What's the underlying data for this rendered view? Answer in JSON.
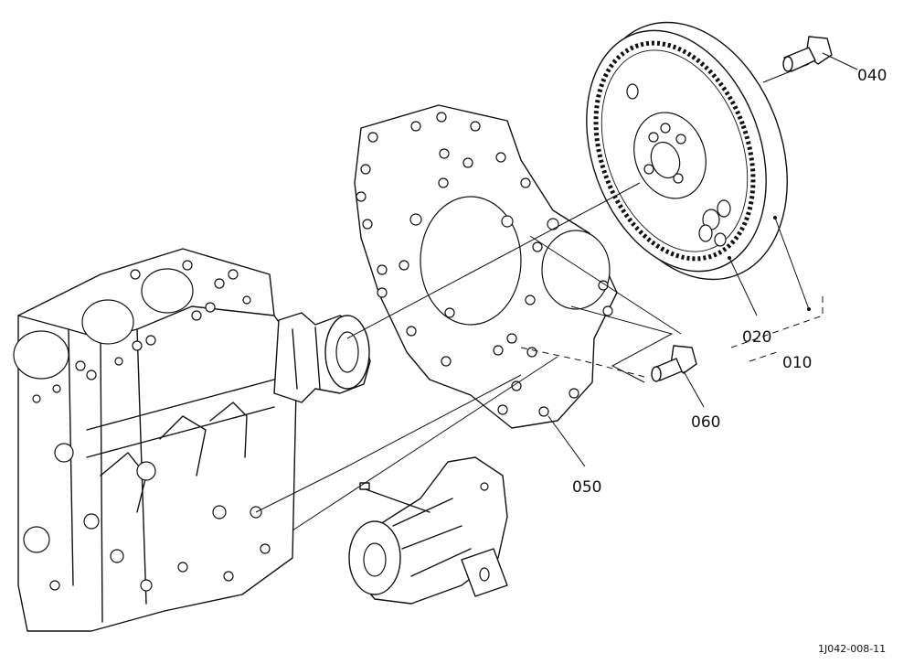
{
  "callouts": {
    "c010": "010",
    "c020": "020",
    "c040": "040",
    "c050": "050",
    "c060": "060"
  },
  "drawing_ref": "1J042-008-11"
}
